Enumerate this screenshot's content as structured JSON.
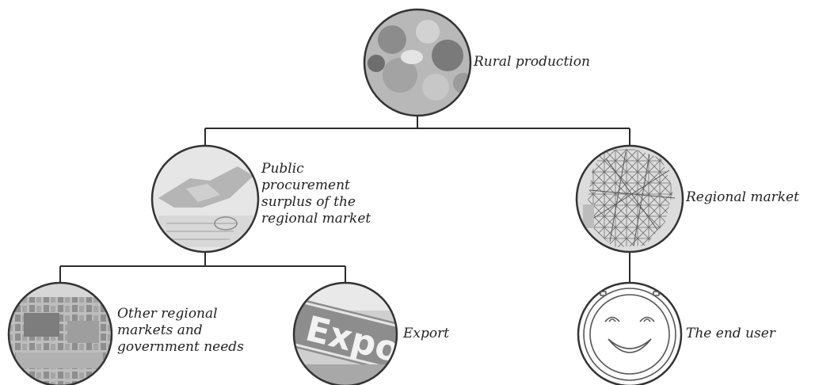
{
  "diagram": {
    "nodes": [
      {
        "id": "rural-production",
        "image": "produce-photo",
        "label_lines": [
          "Rural production"
        ]
      },
      {
        "id": "public-procurement",
        "image": "handshake-photo",
        "label_lines": [
          "Public",
          "procurement",
          "surplus of the",
          "regional market"
        ]
      },
      {
        "id": "regional-market",
        "image": "network-map-photo",
        "label_lines": [
          "Regional market"
        ]
      },
      {
        "id": "other-regional-markets",
        "image": "warehouse-photo",
        "label_lines": [
          "Other regional",
          "markets and",
          "government needs"
        ]
      },
      {
        "id": "export",
        "image": "export-sign-photo",
        "label_lines": [
          "Export"
        ]
      },
      {
        "id": "end-user",
        "image": "smiley-face-icon",
        "label_lines": [
          "The end user"
        ]
      }
    ],
    "edges": [
      {
        "from": "rural-production",
        "to": "public-procurement"
      },
      {
        "from": "rural-production",
        "to": "regional-market"
      },
      {
        "from": "public-procurement",
        "to": "other-regional-markets"
      },
      {
        "from": "public-procurement",
        "to": "export"
      },
      {
        "from": "regional-market",
        "to": "end-user"
      }
    ],
    "colors": {
      "line": "#2b2b2b",
      "circle_border": "#333333",
      "photo_tone": "#9a9a9a"
    }
  }
}
